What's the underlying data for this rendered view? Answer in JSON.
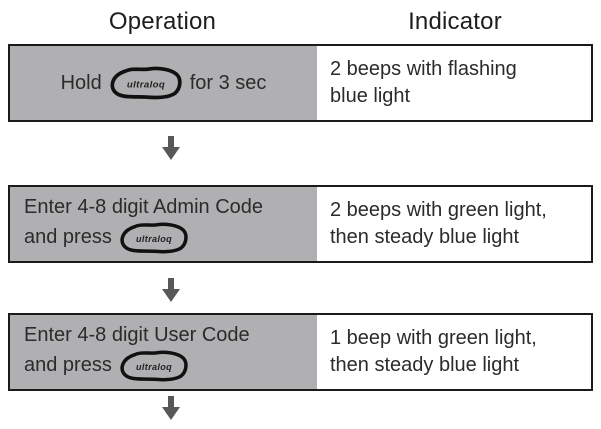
{
  "header": {
    "operation": "Operation",
    "indicator": "Indicator"
  },
  "logo": {
    "text": "ultraloq"
  },
  "rows": [
    {
      "operation_prefix": "Hold",
      "operation_suffix": "for 3 sec",
      "indicator_lines": [
        "2 beeps with flashing",
        "blue light"
      ]
    },
    {
      "operation_line1": "Enter 4-8 digit Admin Code",
      "operation_line2_prefix": "and press",
      "indicator_lines": [
        "2 beeps with green light,",
        "then steady blue light"
      ]
    },
    {
      "operation_line1": "Enter 4-8 digit User Code",
      "operation_line2_prefix": "and press",
      "indicator_lines": [
        "1 beep with green light,",
        "then steady blue light"
      ]
    }
  ],
  "colors": {
    "cell_gray": "#b0b0b2",
    "border": "#1a1a1a",
    "arrow": "#58585a",
    "text": "#2b2b2b"
  }
}
